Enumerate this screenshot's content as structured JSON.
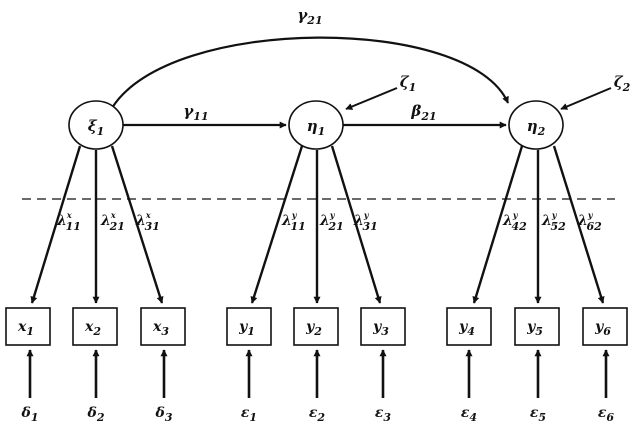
{
  "latent": {
    "xi1": {
      "sym": "ξ",
      "sub": "1"
    },
    "eta1": {
      "sym": "η",
      "sub": "1"
    },
    "eta2": {
      "sym": "η",
      "sub": "2"
    }
  },
  "indicators": {
    "x1": {
      "sym": "x",
      "sub": "1"
    },
    "x2": {
      "sym": "x",
      "sub": "2"
    },
    "x3": {
      "sym": "x",
      "sub": "3"
    },
    "y1": {
      "sym": "y",
      "sub": "1"
    },
    "y2": {
      "sym": "y",
      "sub": "2"
    },
    "y3": {
      "sym": "y",
      "sub": "3"
    },
    "y4": {
      "sym": "y",
      "sub": "4"
    },
    "y5": {
      "sym": "y",
      "sub": "5"
    },
    "y6": {
      "sym": "y",
      "sub": "6"
    }
  },
  "paths": {
    "gamma21": {
      "sym": "γ",
      "sub": "21"
    },
    "gamma11": {
      "sym": "γ",
      "sub": "11"
    },
    "beta21": {
      "sym": "β",
      "sub": "21"
    }
  },
  "disturbances": {
    "zeta1": {
      "sym": "ζ",
      "sub": "1"
    },
    "zeta2": {
      "sym": "ζ",
      "sub": "2"
    }
  },
  "loadings": {
    "l11x": {
      "sym": "λ",
      "sup": "x",
      "sub": "11"
    },
    "l21x": {
      "sym": "λ",
      "sup": "x",
      "sub": "21"
    },
    "l31x": {
      "sym": "λ",
      "sup": "x",
      "sub": "31"
    },
    "l11y": {
      "sym": "λ",
      "sup": "y",
      "sub": "11"
    },
    "l21y": {
      "sym": "λ",
      "sup": "y",
      "sub": "21"
    },
    "l31y": {
      "sym": "λ",
      "sup": "y",
      "sub": "31"
    },
    "l42y": {
      "sym": "λ",
      "sup": "y",
      "sub": "42"
    },
    "l52y": {
      "sym": "λ",
      "sup": "y",
      "sub": "52"
    },
    "l62y": {
      "sym": "λ",
      "sup": "y",
      "sub": "62"
    }
  },
  "errors": {
    "d1": {
      "sym": "δ",
      "sub": "1"
    },
    "d2": {
      "sym": "δ",
      "sub": "2"
    },
    "d3": {
      "sym": "δ",
      "sub": "3"
    },
    "e1": {
      "sym": "ε",
      "sub": "1"
    },
    "e2": {
      "sym": "ε",
      "sub": "2"
    },
    "e3": {
      "sym": "ε",
      "sub": "3"
    },
    "e4": {
      "sym": "ε",
      "sub": "4"
    },
    "e5": {
      "sym": "ε",
      "sub": "5"
    },
    "e6": {
      "sym": "ε",
      "sub": "6"
    }
  }
}
